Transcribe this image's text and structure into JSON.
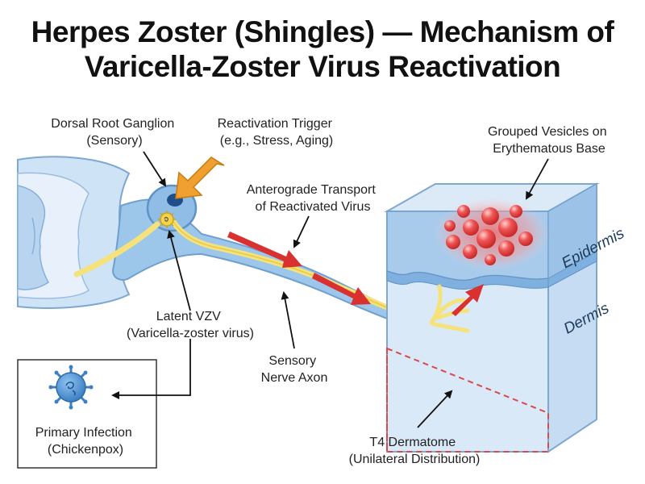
{
  "title": {
    "line1": "Herpes Zoster (Shingles) — Mechanism of",
    "line2": "Varicella-Zoster Virus Reactivation"
  },
  "labels": {
    "drg": [
      "Dorsal Root Ganglion",
      "(Sensory)"
    ],
    "trigger": [
      "Reactivation Trigger",
      "(e.g., Stress, Aging)"
    ],
    "vesicles": [
      "Grouped Vesicles on",
      "Erythematous Base"
    ],
    "transport": [
      "Anterograde Transport",
      "of Reactivated Virus"
    ],
    "latent": [
      "Latent VZV",
      "(Varicella-zoster virus)"
    ],
    "axon": [
      "Sensory",
      "Nerve Axon"
    ],
    "primary": [
      "Primary Infection",
      "(Chickenpox)"
    ],
    "dermatome": [
      "T4 Dermatome",
      "(Unilateral Distribution)"
    ],
    "epidermis": "Epidermis",
    "dermis": "Dermis"
  },
  "colors": {
    "nerve_yellow": "#f5e27a",
    "nerve_blue": "#7fb3e0",
    "trigger_arrow": "#f0a030",
    "transport_arrow": "#d93030",
    "vesicle": "#e84a4a",
    "virus": "#4a8fd4",
    "skin": "#cfe3f6"
  },
  "icons": [
    "virus-icon",
    "lightning-arrow-icon"
  ]
}
